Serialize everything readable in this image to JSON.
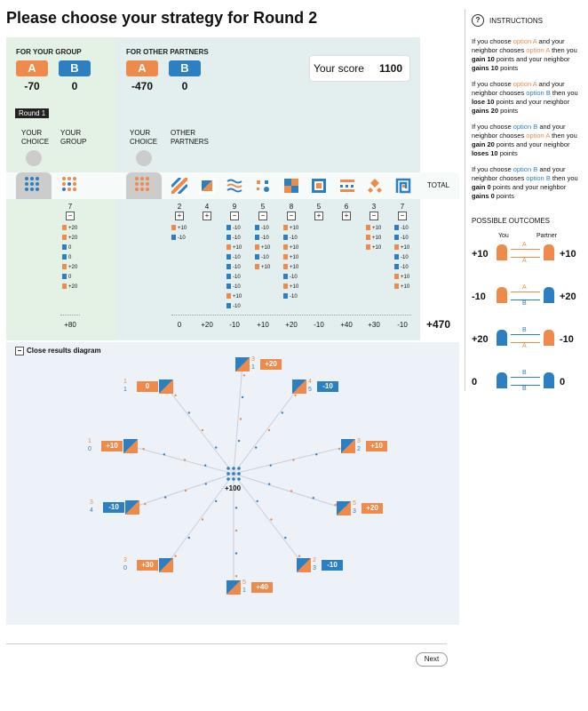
{
  "title": "Please choose your strategy for Round 2",
  "group_panel": {
    "label": "FOR YOUR GROUP",
    "option_a": "A",
    "option_b": "B",
    "value_a": "-70",
    "value_b": "0"
  },
  "partners_panel": {
    "label": "FOR OTHER PARTNERS",
    "option_a": "A",
    "option_b": "B",
    "value_a": "-470",
    "value_b": "0"
  },
  "score": {
    "label": "Your score",
    "value": "1100"
  },
  "round_badge": "Round 1",
  "columns": {
    "your_choice_1": "YOUR",
    "your_choice_2": "CHOICE",
    "your_group_1": "YOUR",
    "your_group_2": "GROUP",
    "your_choice_b1": "YOUR",
    "your_choice_b2": "CHOICE",
    "other_partners_1": "OTHER",
    "other_partners_2": "PARTNERS",
    "total": "TOTAL"
  },
  "group_count": "7",
  "group_details": [
    "+20",
    "+20",
    "0",
    "0",
    "+20",
    "0",
    "+20"
  ],
  "group_total": "+80",
  "partners": [
    {
      "icon": "diagonal-stripes-icon",
      "count": "2",
      "toggle": "+",
      "details": [
        "+10",
        "-10"
      ],
      "total": "0"
    },
    {
      "icon": "split-square-icon",
      "count": "4",
      "toggle": "+",
      "details": [],
      "total": "+20"
    },
    {
      "icon": "waves-icon",
      "count": "9",
      "toggle": "−",
      "details": [
        "-10",
        "-10",
        "+10",
        "-10",
        "-10",
        "-10",
        "-10",
        "+10",
        "-10"
      ],
      "total": "-10"
    },
    {
      "icon": "dots-icon",
      "count": "5",
      "toggle": "−",
      "details": [
        "-10",
        "-10",
        "+10",
        "-10",
        "+10"
      ],
      "total": "+10"
    },
    {
      "icon": "quadrant-icon",
      "count": "8",
      "toggle": "−",
      "details": [
        "+10",
        "-10",
        "+10",
        "+10",
        "+10",
        "-10",
        "+10",
        "-10"
      ],
      "total": "+20"
    },
    {
      "icon": "nested-square-icon",
      "count": "5",
      "toggle": "+",
      "details": [],
      "total": "-10"
    },
    {
      "icon": "bars-icon",
      "count": "6",
      "toggle": "+",
      "details": [],
      "total": "+40"
    },
    {
      "icon": "diamonds-icon",
      "count": "3",
      "toggle": "−",
      "details": [
        "+10",
        "+10",
        "+10"
      ],
      "total": "+30"
    },
    {
      "icon": "spiral-icon",
      "count": "7",
      "toggle": "−",
      "details": [
        "-10",
        "-10",
        "+10",
        "-10",
        "-10",
        "+10",
        "+10"
      ],
      "total": "-10"
    }
  ],
  "grand_total": "+470",
  "diagram": {
    "toggle_label": "Close results diagram",
    "center_value": "+100",
    "nodes": [
      {
        "icon": "split-square-icon",
        "a": "3",
        "b": "1",
        "value": "+20",
        "color": "#ee8a4a"
      },
      {
        "icon": "waves-icon",
        "a": "4",
        "b": "5",
        "value": "-10",
        "color": "#2c7fc0"
      },
      {
        "icon": "dots-icon",
        "a": "3",
        "b": "2",
        "value": "+10",
        "color": "#ee8a4a"
      },
      {
        "icon": "quadrant-icon",
        "a": "5",
        "b": "3",
        "value": "+20",
        "color": "#ee8a4a"
      },
      {
        "icon": "nested-square-icon",
        "a": "2",
        "b": "3",
        "value": "-10",
        "color": "#2c7fc0"
      },
      {
        "icon": "bars-icon",
        "a": "5",
        "b": "1",
        "value": "+40",
        "color": "#ee8a4a"
      },
      {
        "icon": "diamonds-icon",
        "a": "3",
        "b": "0",
        "value": "+30",
        "color": "#ee8a4a"
      },
      {
        "icon": "spiral-icon",
        "a": "3",
        "b": "4",
        "value": "-10",
        "color": "#2c7fc0"
      },
      {
        "icon": "group-dots-icon",
        "a": "1",
        "b": "0",
        "value": "+10",
        "color": "#ee8a4a"
      },
      {
        "icon": "diagonal-stripes-icon",
        "a": "1",
        "b": "1",
        "value": "0",
        "color": "#ee8a4a"
      }
    ]
  },
  "instructions": {
    "title": "INSTRUCTIONS",
    "p1_a": "If you choose ",
    "p1_b": "option A",
    "p1_c": " and your neighbor chooses ",
    "p1_d": "option A",
    "p1_e": " then you ",
    "p1_f": "gain 10",
    "p1_g": " points and your neighbor ",
    "p1_h": "gains 10",
    "p1_i": " points",
    "p2_a": "If you choose ",
    "p2_b": "option A",
    "p2_c": " and your neighbor chooses ",
    "p2_d": "option B",
    "p2_e": " then you ",
    "p2_f": "lose 10",
    "p2_g": " points and your neighbor ",
    "p2_h": "gains 20",
    "p2_i": " points",
    "p3_a": "If you choose ",
    "p3_b": "option B",
    "p3_c": " and your neighbor chooses ",
    "p3_d": "option A",
    "p3_e": " then you ",
    "p3_f": "gain 20",
    "p3_g": " points and your neighbor ",
    "p3_h": "loses 10",
    "p3_i": " points",
    "p4_a": "If you choose ",
    "p4_b": "option B",
    "p4_c": " and your neighbor chooses ",
    "p4_d": "option B",
    "p4_e": " then you ",
    "p4_f": "gain 0",
    "p4_g": " points and your neighbor ",
    "p4_h": "gains 0",
    "p4_i": " points",
    "outcomes_title": "POSSIBLE OUTCOMES",
    "you_label": "You",
    "partner_label": "Partner",
    "outcomes": [
      {
        "you": "+10",
        "partner": "+10",
        "top": "A",
        "bottom": "A"
      },
      {
        "you": "-10",
        "partner": "+20",
        "top": "A",
        "bottom": "B"
      },
      {
        "you": "+20",
        "partner": "-10",
        "top": "B",
        "bottom": "A"
      },
      {
        "you": "0",
        "partner": "0",
        "top": "B",
        "bottom": "B"
      }
    ]
  },
  "next_label": "Next",
  "colors": {
    "orange": "#ee8a4a",
    "blue": "#2c7fc0"
  }
}
